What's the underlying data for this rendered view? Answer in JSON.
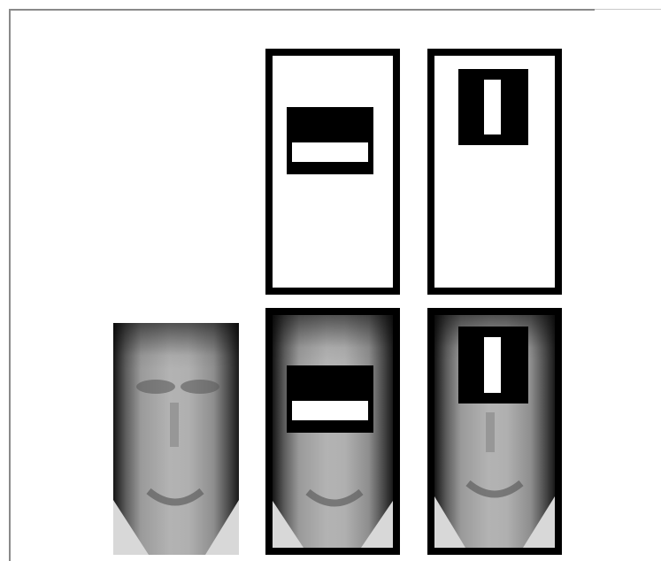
{
  "figure": {
    "type": "haar-like-features-illustration",
    "features": [
      {
        "name": "two-rectangle-horizontal-edge",
        "layout": "black-top-white-bottom"
      },
      {
        "name": "three-rectangle-vertical-line",
        "layout": "black-white-black"
      }
    ],
    "colors": {
      "feature_dark": "#000000",
      "feature_light": "#ffffff",
      "frame": "#8a8a8a"
    }
  }
}
